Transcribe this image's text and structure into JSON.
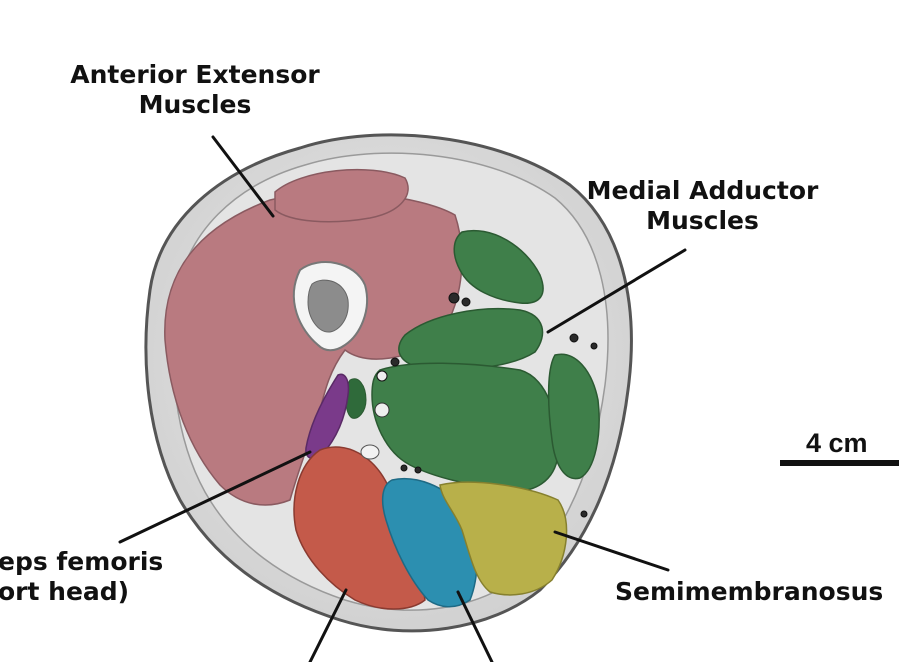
{
  "labels": {
    "anterior_extensor": [
      "Anterior Extensor",
      "Muscles"
    ],
    "medial_adductor": [
      "Medial Adductor",
      "Muscles"
    ],
    "biceps_short": [
      "eps femoris",
      "ort head)"
    ],
    "semimembranosus": "Semimembranosus"
  },
  "scale_bar": {
    "label": "4 cm"
  },
  "colors": {
    "anterior": "#b97a80",
    "anterior_dark": "#9e6067",
    "adductor": "#3f7f4a",
    "adductor_dark": "#2f6a3a",
    "biceps_short": "#7a3a8a",
    "biceps_long": "#c45a4a",
    "semitendinosus": "#2c8fb0",
    "semimembranosus": "#b8b04a",
    "fat": "#d6d6d6",
    "skin_outline": "#6b6b6b"
  }
}
